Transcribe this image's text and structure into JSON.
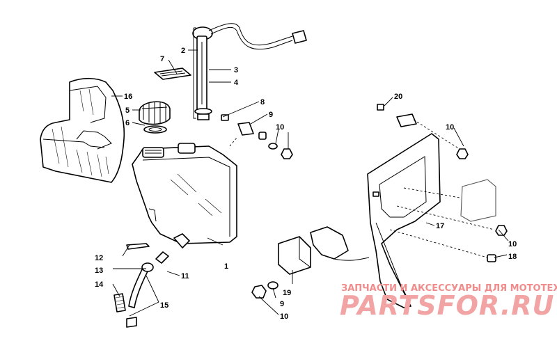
{
  "diagram": {
    "callouts": [
      {
        "id": "c1",
        "label": "1"
      },
      {
        "id": "c2",
        "label": "2"
      },
      {
        "id": "c3",
        "label": "3"
      },
      {
        "id": "c4",
        "label": "4"
      },
      {
        "id": "c5",
        "label": "5"
      },
      {
        "id": "c6",
        "label": "6"
      },
      {
        "id": "c7",
        "label": "7"
      },
      {
        "id": "c8",
        "label": "8"
      },
      {
        "id": "c9a",
        "label": "9"
      },
      {
        "id": "c10a",
        "label": "10"
      },
      {
        "id": "c10b",
        "label": "10"
      },
      {
        "id": "c10c",
        "label": "10"
      },
      {
        "id": "c9b",
        "label": "9"
      },
      {
        "id": "c10d",
        "label": "10"
      },
      {
        "id": "c11",
        "label": "11"
      },
      {
        "id": "c12",
        "label": "12"
      },
      {
        "id": "c13",
        "label": "13"
      },
      {
        "id": "c14",
        "label": "14"
      },
      {
        "id": "c15",
        "label": "15"
      },
      {
        "id": "c16",
        "label": "16"
      },
      {
        "id": "c17",
        "label": "17"
      },
      {
        "id": "c18",
        "label": "18"
      },
      {
        "id": "c19",
        "label": "19"
      },
      {
        "id": "c20",
        "label": "20"
      }
    ]
  },
  "watermark": {
    "caption": "ЗАПЧАСТИ И АКСЕССУАРЫ ДЛЯ МОТОТЕХНИКИ",
    "site": "PARTSFOR.RU"
  },
  "colors": {
    "line": "#000000",
    "background": "#ffffff",
    "watermark": "#f2a3a3"
  }
}
